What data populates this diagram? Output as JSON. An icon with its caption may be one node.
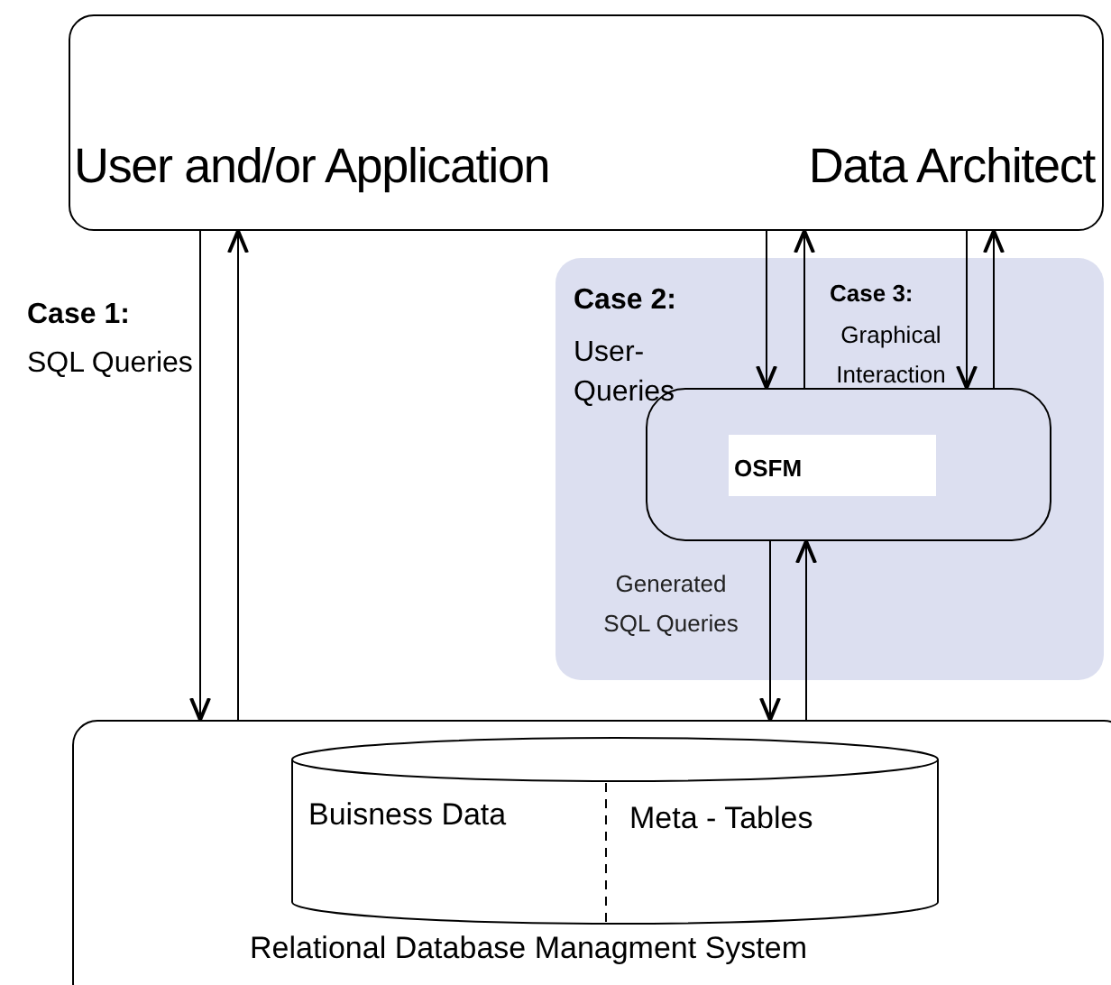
{
  "diagram": {
    "nodes": [
      {
        "text": [
          "User and/or Application",
          "Data Architect"
        ]
      },
      {
        "text": [
          "Case 2:",
          "User- Queries",
          "Case 3:",
          "Graphical Interaction"
        ]
      },
      {
        "text": [
          "OSFM"
        ],
        "in": 1
      },
      {
        "text": [
          "Relational Database Managment System"
        ]
      },
      {
        "text": [
          "Buisness Data",
          "Meta - Tables"
        ],
        "in": 3
      }
    ],
    "edges": [
      {
        "from": 0,
        "to": 3,
        "arrow": "to"
      },
      {
        "from": 3,
        "to": 0,
        "arrow": "to"
      },
      {
        "from": 0,
        "to": 2,
        "arrow": "to"
      },
      {
        "from": 2,
        "to": 0,
        "arrow": "to"
      },
      {
        "from": 0,
        "to": 2,
        "arrow": "to"
      },
      {
        "from": 2,
        "to": 0,
        "arrow": "to"
      },
      {
        "from": 2,
        "to": 3,
        "arrow": "to",
        "label": "Generated SQL Queries"
      },
      {
        "from": 3,
        "to": 2,
        "arrow": "to"
      }
    ],
    "labels": [
      "Case 1:",
      "SQL Queries"
    ]
  }
}
